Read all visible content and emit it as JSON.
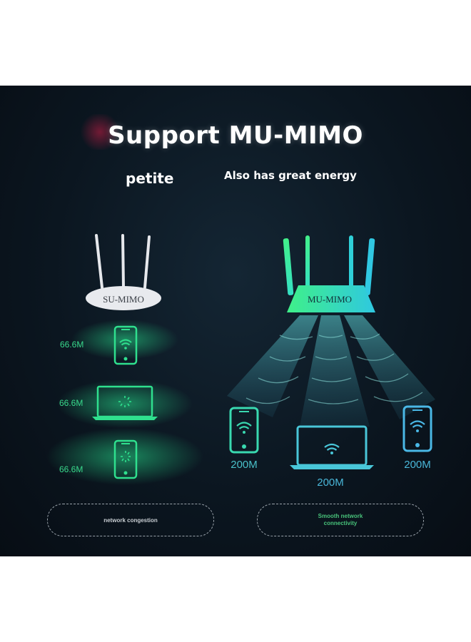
{
  "header": {
    "title": "Support MU-MIMO",
    "left_subtitle": "petite",
    "right_subtitle": "Also has great energy"
  },
  "left_router": {
    "label": "SU-MIMO",
    "speeds": [
      "66.6M",
      "66.6M",
      "66.6M"
    ],
    "status": "network congestion"
  },
  "right_router": {
    "label": "MU-MIMO",
    "speeds": [
      "200M",
      "200M",
      "200M"
    ],
    "status": "Smooth network connectivity"
  },
  "colors": {
    "background": "#0b1620",
    "left_device": "#2fe08e",
    "right_phone_left": "#39d9b0",
    "right_laptop": "#49c6d8",
    "right_phone_right": "#4ab8e6",
    "router_left": "#e8eaee",
    "router_right": "#39e0c0"
  }
}
